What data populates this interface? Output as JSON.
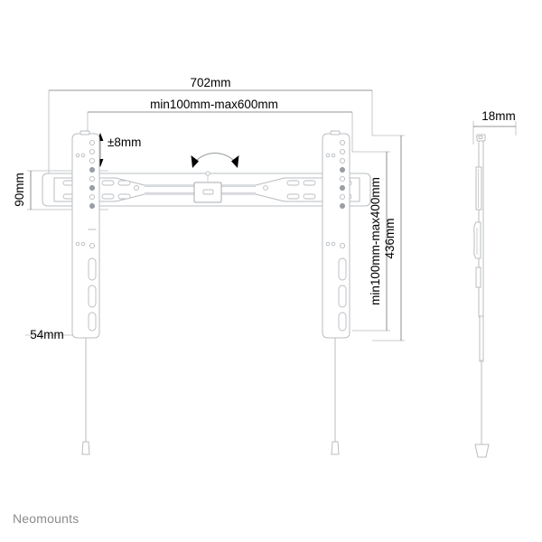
{
  "document": {
    "type": "technical-drawing",
    "subject": "TV wall mount bracket dimension drawing",
    "brand": "Neomounts",
    "background_color": "#ffffff",
    "line_color": "#b9bcc0",
    "text_color": "#000000",
    "brand_color": "#8c8c8c"
  },
  "views": {
    "front": {
      "name": "front-view",
      "label": ""
    },
    "side": {
      "name": "side-view",
      "label": ""
    }
  },
  "dimensions": {
    "overall_width": "702mm",
    "rail_range": "min100mm-max600mm",
    "vertical_adjust": "±8mm",
    "rail_height": "90mm",
    "bracket_bottom_offset": "54mm",
    "vesa_vertical_range": "min100mm-max400mm",
    "overall_height": "436mm",
    "depth": "18mm"
  },
  "annotations": {
    "tilt_arc": "tilt-rotation-arrow",
    "adjust_arrows": "vertical-adjust-arrows"
  },
  "chart_data": {
    "type": "table",
    "title": "Neomounts TV wall mount dimensions",
    "categories": [
      "overall width",
      "rail adjustment range",
      "vertical adjustment",
      "rail height",
      "bracket bottom offset",
      "VESA vertical range",
      "overall height",
      "depth"
    ],
    "values": [
      702,
      600,
      8,
      90,
      54,
      400,
      436,
      18
    ],
    "labels": [
      "702mm",
      "min100mm-max600mm",
      "±8mm",
      "90mm",
      "54mm",
      "min100mm-max400mm",
      "436mm",
      "18mm"
    ],
    "unit": "mm",
    "xlabel": "",
    "ylabel": ""
  }
}
